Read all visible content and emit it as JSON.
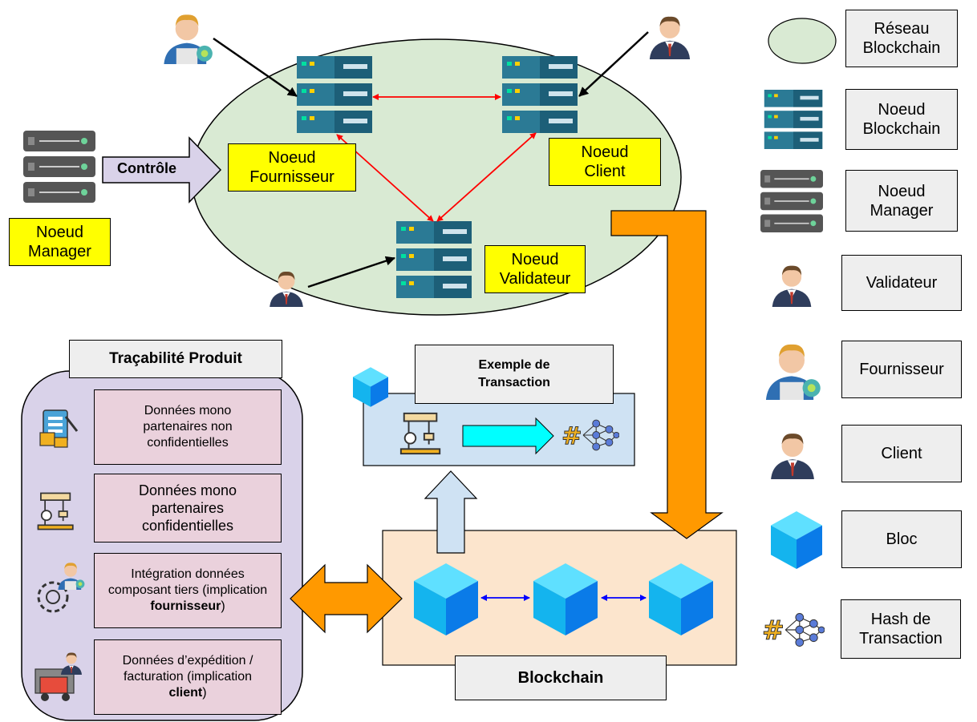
{
  "network": {
    "supplier_node": "Noeud Fournisseur",
    "client_node": "Noeud Client",
    "validator_node": "Noeud Validateur",
    "manager_node": "Noeud Manager",
    "control_label": "Contrôle"
  },
  "traceability": {
    "title": "Traçabilité Produit",
    "items": [
      {
        "text": "Données mono partenaires non confidentielles",
        "icon": "clipboard-boxes-icon"
      },
      {
        "text": "Données mono partenaires confidentielles",
        "icon": "machine-icon"
      },
      {
        "text_pre": "Intégration données composant tiers (implication ",
        "text_bold": "fournisseur",
        "text_post": ")",
        "icon": "gear-worker-icon"
      },
      {
        "text_pre": "Données d’expédition / facturation (implication ",
        "text_bold": "client",
        "text_post": ")",
        "icon": "truck-worker-icon"
      }
    ]
  },
  "transaction": {
    "title": "Exemple de Transaction"
  },
  "blockchain": {
    "label": "Blockchain"
  },
  "legend": [
    {
      "label": "Réseau Blockchain",
      "icon": "ellipse-network-icon"
    },
    {
      "label": "Noeud Blockchain",
      "icon": "blockchain-server-icon"
    },
    {
      "label": "Noeud Manager",
      "icon": "manager-server-icon"
    },
    {
      "label": "Validateur",
      "icon": "validator-person-icon"
    },
    {
      "label": "Fournisseur",
      "icon": "supplier-person-icon"
    },
    {
      "label": "Client",
      "icon": "client-person-icon"
    },
    {
      "label": "Bloc",
      "icon": "block-cube-icon"
    },
    {
      "label": "Hash de Transaction",
      "icon": "hash-network-icon"
    }
  ],
  "colors": {
    "network_fill": "#d9ead3",
    "node_label_fill": "#ffff00",
    "traceability_fill": "#d9d2e9",
    "traceability_item_fill": "#ead1dc",
    "transaction_fill": "#cfe2f3",
    "blockchain_fill": "#fce5cd",
    "orange_arrow": "#ff9900",
    "red_link": "#ff0000",
    "blue_link": "#0000ff"
  }
}
